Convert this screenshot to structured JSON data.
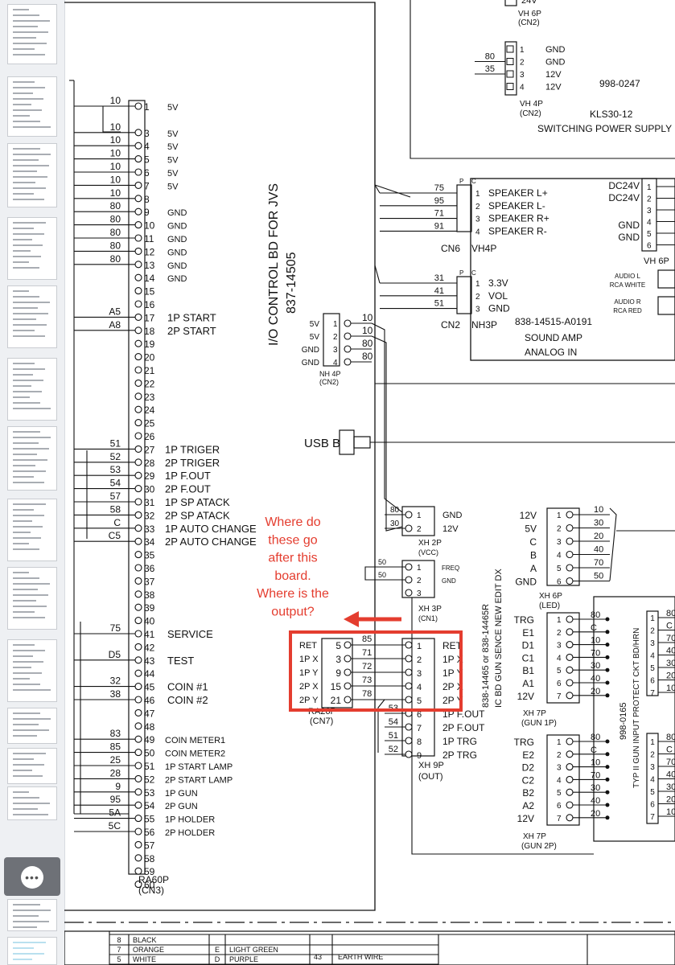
{
  "sidebar": {
    "thumbnail_count": 16,
    "selected_index": 13,
    "more_icon": "ellipsis-icon"
  },
  "schematic": {
    "main_board": {
      "title_line1": "I/O CONTROL BD FOR JVS",
      "title_line2": "837-14505",
      "connector": "RA60P",
      "connector_id": "(CN3)",
      "pins": [
        {
          "n": "1",
          "wire": "10",
          "label": "5V"
        },
        {
          "n": "3",
          "wire": "10",
          "label": "5V"
        },
        {
          "n": "4",
          "wire": "10",
          "label": "5V"
        },
        {
          "n": "5",
          "wire": "10",
          "label": "5V"
        },
        {
          "n": "6",
          "wire": "10",
          "label": "5V"
        },
        {
          "n": "7",
          "wire": "10",
          "label": "5V"
        },
        {
          "n": "8",
          "wire": "10",
          "label": ""
        },
        {
          "n": "9",
          "wire": "80",
          "label": "GND"
        },
        {
          "n": "10",
          "wire": "80",
          "label": "GND"
        },
        {
          "n": "11",
          "wire": "80",
          "label": "GND"
        },
        {
          "n": "12",
          "wire": "80",
          "label": "GND"
        },
        {
          "n": "13",
          "wire": "80",
          "label": "GND"
        },
        {
          "n": "14",
          "wire": "",
          "label": "GND"
        },
        {
          "n": "15",
          "wire": "",
          "label": ""
        },
        {
          "n": "16",
          "wire": "",
          "label": ""
        },
        {
          "n": "17",
          "wire": "A5",
          "label": "1P START"
        },
        {
          "n": "18",
          "wire": "A8",
          "label": "2P START"
        },
        {
          "n": "19",
          "wire": "",
          "label": ""
        },
        {
          "n": "20",
          "wire": "",
          "label": ""
        },
        {
          "n": "21",
          "wire": "",
          "label": ""
        },
        {
          "n": "22",
          "wire": "",
          "label": ""
        },
        {
          "n": "23",
          "wire": "",
          "label": ""
        },
        {
          "n": "24",
          "wire": "",
          "label": ""
        },
        {
          "n": "25",
          "wire": "",
          "label": ""
        },
        {
          "n": "26",
          "wire": "",
          "label": ""
        },
        {
          "n": "27",
          "wire": "51",
          "label": "1P TRIGER"
        },
        {
          "n": "28",
          "wire": "52",
          "label": "2P TRIGER"
        },
        {
          "n": "29",
          "wire": "53",
          "label": "1P F.OUT"
        },
        {
          "n": "30",
          "wire": "54",
          "label": "2P F.OUT"
        },
        {
          "n": "31",
          "wire": "57",
          "label": "1P SP ATACK"
        },
        {
          "n": "32",
          "wire": "58",
          "label": "2P SP ATACK"
        },
        {
          "n": "33",
          "wire": "C",
          "label": "1P AUTO CHANGE"
        },
        {
          "n": "34",
          "wire": "C5",
          "label": "2P AUTO CHANGE"
        },
        {
          "n": "35",
          "wire": "",
          "label": ""
        },
        {
          "n": "36",
          "wire": "",
          "label": ""
        },
        {
          "n": "37",
          "wire": "",
          "label": ""
        },
        {
          "n": "38",
          "wire": "",
          "label": ""
        },
        {
          "n": "39",
          "wire": "",
          "label": ""
        },
        {
          "n": "40",
          "wire": "",
          "label": ""
        },
        {
          "n": "41",
          "wire": "75",
          "label": "SERVICE"
        },
        {
          "n": "42",
          "wire": "",
          "label": ""
        },
        {
          "n": "43",
          "wire": "D5",
          "label": "TEST"
        },
        {
          "n": "44",
          "wire": "",
          "label": ""
        },
        {
          "n": "45",
          "wire": "32",
          "label": "COIN #1"
        },
        {
          "n": "46",
          "wire": "38",
          "label": "COIN #2"
        },
        {
          "n": "47",
          "wire": "",
          "label": ""
        },
        {
          "n": "48",
          "wire": "",
          "label": ""
        },
        {
          "n": "49",
          "wire": "83",
          "label": "COIN METER1"
        },
        {
          "n": "50",
          "wire": "85",
          "label": "COIN METER2"
        },
        {
          "n": "51",
          "wire": "25",
          "label": "1P START LAMP"
        },
        {
          "n": "52",
          "wire": "28",
          "label": "2P START LAMP"
        },
        {
          "n": "53",
          "wire": "9",
          "label": "1P GUN"
        },
        {
          "n": "54",
          "wire": "95",
          "label": "2P GUN"
        },
        {
          "n": "55",
          "wire": "5A",
          "label": "1P HOLDER"
        },
        {
          "n": "56",
          "wire": "5C",
          "label": "2P HOLDER"
        },
        {
          "n": "57",
          "wire": "",
          "label": ""
        },
        {
          "n": "58",
          "wire": "",
          "label": ""
        },
        {
          "n": "59",
          "wire": "",
          "label": ""
        },
        {
          "n": "60",
          "wire": "",
          "label": ""
        }
      ]
    },
    "nh4p": {
      "name": "NH 4P",
      "id": "(CN2)",
      "pins": [
        {
          "n": "1",
          "label": "5V",
          "wire": "10"
        },
        {
          "n": "2",
          "label": "5V",
          "wire": "10"
        },
        {
          "n": "3",
          "label": "GND",
          "wire": "80"
        },
        {
          "n": "4",
          "label": "GND",
          "wire": "80"
        }
      ]
    },
    "usb_label": "USB B",
    "ra26p": {
      "name": "RA26P",
      "id": "(CN7)",
      "rows": [
        {
          "label": "RET",
          "pin": "5",
          "wire": "85"
        },
        {
          "label": "1P X",
          "pin": "3",
          "wire": "71"
        },
        {
          "label": "1P Y",
          "pin": "9",
          "wire": "72"
        },
        {
          "label": "2P X",
          "pin": "15",
          "wire": "73"
        },
        {
          "label": "2P Y",
          "pin": "21",
          "wire": "78"
        }
      ]
    },
    "xh9p": {
      "name": "XH 9P",
      "id": "(OUT)",
      "pins": [
        {
          "n": "1",
          "label": "RET",
          "wire": ""
        },
        {
          "n": "2",
          "label": "1P X",
          "wire": ""
        },
        {
          "n": "3",
          "label": "1P Y",
          "wire": ""
        },
        {
          "n": "4",
          "label": "2P X",
          "wire": ""
        },
        {
          "n": "5",
          "label": "2P Y",
          "wire": ""
        },
        {
          "n": "6",
          "label": "1P F.OUT",
          "wire": "53"
        },
        {
          "n": "7",
          "label": "2P F.OUT",
          "wire": "54"
        },
        {
          "n": "8",
          "label": "1P TRG",
          "wire": "51"
        },
        {
          "n": "9",
          "label": "2P TRG",
          "wire": "52"
        }
      ]
    },
    "xh2p": {
      "name": "XH 2P",
      "id": "(VCC)",
      "pins": [
        {
          "n": "1",
          "label": "GND",
          "wire": "80"
        },
        {
          "n": "2",
          "label": "12V",
          "wire": "30"
        }
      ]
    },
    "xh3p": {
      "name": "XH 3P",
      "id": "(CN1)",
      "pins": [
        {
          "n": "1",
          "label": "FREQ",
          "wire": "50"
        },
        {
          "n": "2",
          "label": "GND",
          "wire": "50"
        },
        {
          "n": "3",
          "label": "",
          "wire": ""
        }
      ]
    },
    "gun_board": {
      "line1": "838-14465 or 838-14465R",
      "line2": "IC BD GUN SENCE NEW EDIT DX"
    },
    "xh6p_led": {
      "name": "XH 6P",
      "id": "(LED)",
      "pins": [
        {
          "n": "1",
          "label": "12V",
          "wire": "10"
        },
        {
          "n": "2",
          "label": "5V",
          "wire": "30"
        },
        {
          "n": "3",
          "label": "C",
          "wire": "20"
        },
        {
          "n": "4",
          "label": "B",
          "wire": "40"
        },
        {
          "n": "5",
          "label": "A",
          "wire": "70"
        },
        {
          "n": "6",
          "label": "GND",
          "wire": "50"
        }
      ]
    },
    "gun1p": {
      "name": "XH 7P",
      "id": "(GUN 1P)",
      "pins": [
        {
          "n": "1",
          "label": "TRG",
          "wire": "80"
        },
        {
          "n": "2",
          "label": "E1",
          "wire": "C"
        },
        {
          "n": "3",
          "label": "D1",
          "wire": "10"
        },
        {
          "n": "4",
          "label": "C1",
          "wire": "70"
        },
        {
          "n": "5",
          "label": "B1",
          "wire": "30"
        },
        {
          "n": "6",
          "label": "A1",
          "wire": "40"
        },
        {
          "n": "7",
          "label": "12V",
          "wire": "20"
        }
      ]
    },
    "gun2p": {
      "name": "XH 7P",
      "id": "(GUN 2P)",
      "pins": [
        {
          "n": "1",
          "label": "TRG",
          "wire": "80"
        },
        {
          "n": "2",
          "label": "E2",
          "wire": "C"
        },
        {
          "n": "3",
          "label": "D2",
          "wire": "10"
        },
        {
          "n": "4",
          "label": "C2",
          "wire": "70"
        },
        {
          "n": "5",
          "label": "B2",
          "wire": "30"
        },
        {
          "n": "6",
          "label": "A2",
          "wire": "40"
        },
        {
          "n": "7",
          "label": "12V",
          "wire": "20"
        }
      ]
    },
    "gun_protect": {
      "line1": "998-0165",
      "line2": "TYP II GUN INPUT PROTECT CKT BD/HRN",
      "pins_1p": [
        {
          "n": "1",
          "wire": "80"
        },
        {
          "n": "2",
          "wire": "C"
        },
        {
          "n": "3",
          "wire": "70"
        },
        {
          "n": "4",
          "wire": "40"
        },
        {
          "n": "5",
          "wire": "30"
        },
        {
          "n": "6",
          "wire": "20"
        },
        {
          "n": "7",
          "wire": "10"
        }
      ],
      "pins_2p": [
        {
          "n": "1",
          "wire": "80"
        },
        {
          "n": "2",
          "wire": "C"
        },
        {
          "n": "3",
          "wire": "70"
        },
        {
          "n": "4",
          "wire": "40"
        },
        {
          "n": "5",
          "wire": "30"
        },
        {
          "n": "6",
          "wire": "20"
        },
        {
          "n": "7",
          "wire": "10"
        }
      ]
    },
    "psu": {
      "top_connector": "VH 6P",
      "top_connector_id": "(CN2)",
      "top_voltage": "24V",
      "vh4p": "VH 4P",
      "vh4p_id": "(CN2)",
      "pins": [
        {
          "n": "1",
          "wire": "",
          "label": "GND"
        },
        {
          "n": "2",
          "wire": "80",
          "label": "GND"
        },
        {
          "n": "3",
          "wire": "35",
          "label": "12V"
        },
        {
          "n": "4",
          "wire": "",
          "label": "12V"
        }
      ],
      "part": "998-0247",
      "model": "KLS30-12",
      "title": "SWITCHING POWER SUPPLY"
    },
    "sound_amp": {
      "cn6": {
        "name": "CN6",
        "type": "VH4P",
        "pins": [
          {
            "n": "1",
            "wire": "75",
            "label": "SPEAKER L+"
          },
          {
            "n": "2",
            "wire": "95",
            "label": "SPEAKER L-"
          },
          {
            "n": "3",
            "wire": "71",
            "label": "SPEAKER R+"
          },
          {
            "n": "4",
            "wire": "91",
            "label": "SPEAKER R-"
          }
        ]
      },
      "cn2": {
        "name": "CN2",
        "type": "NH3P",
        "pins": [
          {
            "n": "1",
            "wire": "31",
            "label": "3.3V"
          },
          {
            "n": "2",
            "wire": "41",
            "label": "VOL"
          },
          {
            "n": "3",
            "wire": "51",
            "label": "GND"
          }
        ]
      },
      "p_label": "P",
      "c_label": "C",
      "part": "838-14515-A0191",
      "title_line1": "SOUND AMP",
      "title_line2": "ANALOG IN",
      "right_labels": [
        "DC24V",
        "DC24V",
        "GND",
        "GND"
      ],
      "right_conn": "VH 6P",
      "audio_l": [
        "AUDIO L",
        "RCA WHITE"
      ],
      "audio_r": [
        "AUDIO R",
        "RCA RED"
      ]
    },
    "legend": [
      {
        "num": "8",
        "color": "BLACK",
        "code": "",
        "code_color": ""
      },
      {
        "num": "7",
        "color": "ORANGE",
        "code": "E",
        "code_color": "LIGHT GREEN"
      },
      {
        "num": "5",
        "color": "WHITE",
        "code": "D",
        "code_color": "PURPLE"
      }
    ],
    "legend_extra": {
      "num": "43",
      "label": "EARTH WIRE"
    },
    "annotation": {
      "text_lines": [
        "Where do",
        "these go",
        "after this",
        "board.",
        "Where is the",
        "output?"
      ],
      "color": "#e43d2f"
    }
  }
}
